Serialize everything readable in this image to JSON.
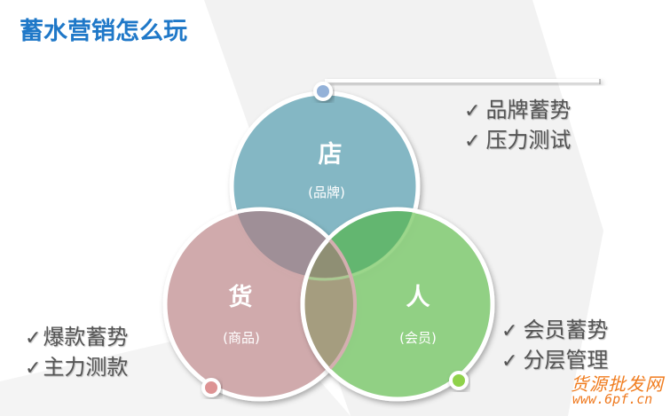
{
  "title": "蓄水营销怎么玩",
  "colors": {
    "title": "#1f78c8",
    "store_circle": "#84b7c4",
    "goods_circle": "#cfa9aa",
    "people_circle": "#8fcf82",
    "store_dot": "#93b1d8",
    "goods_dot": "#dd9394",
    "people_dot": "#8fd24c",
    "bullet_text": "#555555",
    "watermark": "#f07c1e"
  },
  "circles": {
    "store": {
      "label": "店",
      "sublabel": "(品牌)"
    },
    "goods": {
      "label": "货",
      "sublabel": "(商品)"
    },
    "people": {
      "label": "人",
      "sublabel": "(会员)"
    }
  },
  "bullets": {
    "store": [
      {
        "check": "✓",
        "text": "品牌蓄势"
      },
      {
        "check": "✓",
        "text": "压力测试"
      }
    ],
    "goods": [
      {
        "check": "✓",
        "text": "爆款蓄势"
      },
      {
        "check": "✓",
        "text": "主力测款"
      }
    ],
    "people": [
      {
        "check": "✓",
        "text": "会员蓄势"
      },
      {
        "check": "✓",
        "text": "分层管理"
      }
    ]
  },
  "watermark": {
    "line1": "货源批发网",
    "line2": "www.6pf.cn"
  }
}
